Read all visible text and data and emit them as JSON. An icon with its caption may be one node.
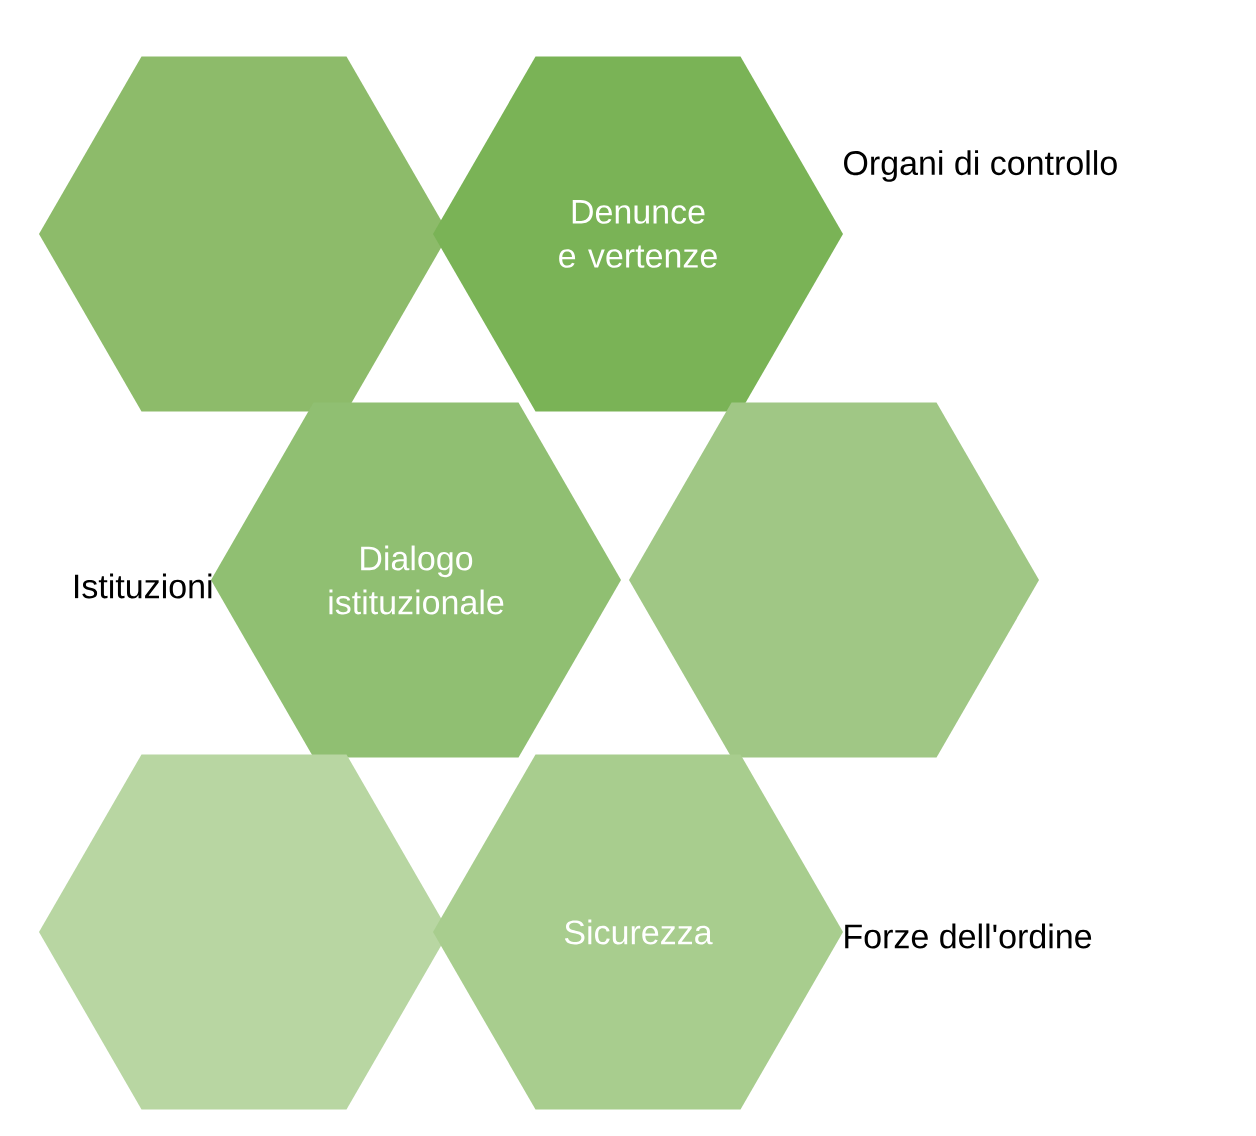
{
  "diagram": {
    "nodes": [
      {
        "text": [],
        "shape": "hexagon"
      },
      {
        "text": [
          "Denunce e vertenze"
        ],
        "beside": [
          "Organi di controllo"
        ]
      },
      {
        "text": [
          "Dialogo istituzionale"
        ],
        "beside": [
          "Istituzioni"
        ]
      },
      {
        "text": [],
        "shape": "hexagon"
      },
      {
        "text": [],
        "shape": "hexagon"
      },
      {
        "text": [
          "Sicurezza"
        ],
        "beside": [
          "Forze dell'ordine"
        ]
      }
    ]
  }
}
